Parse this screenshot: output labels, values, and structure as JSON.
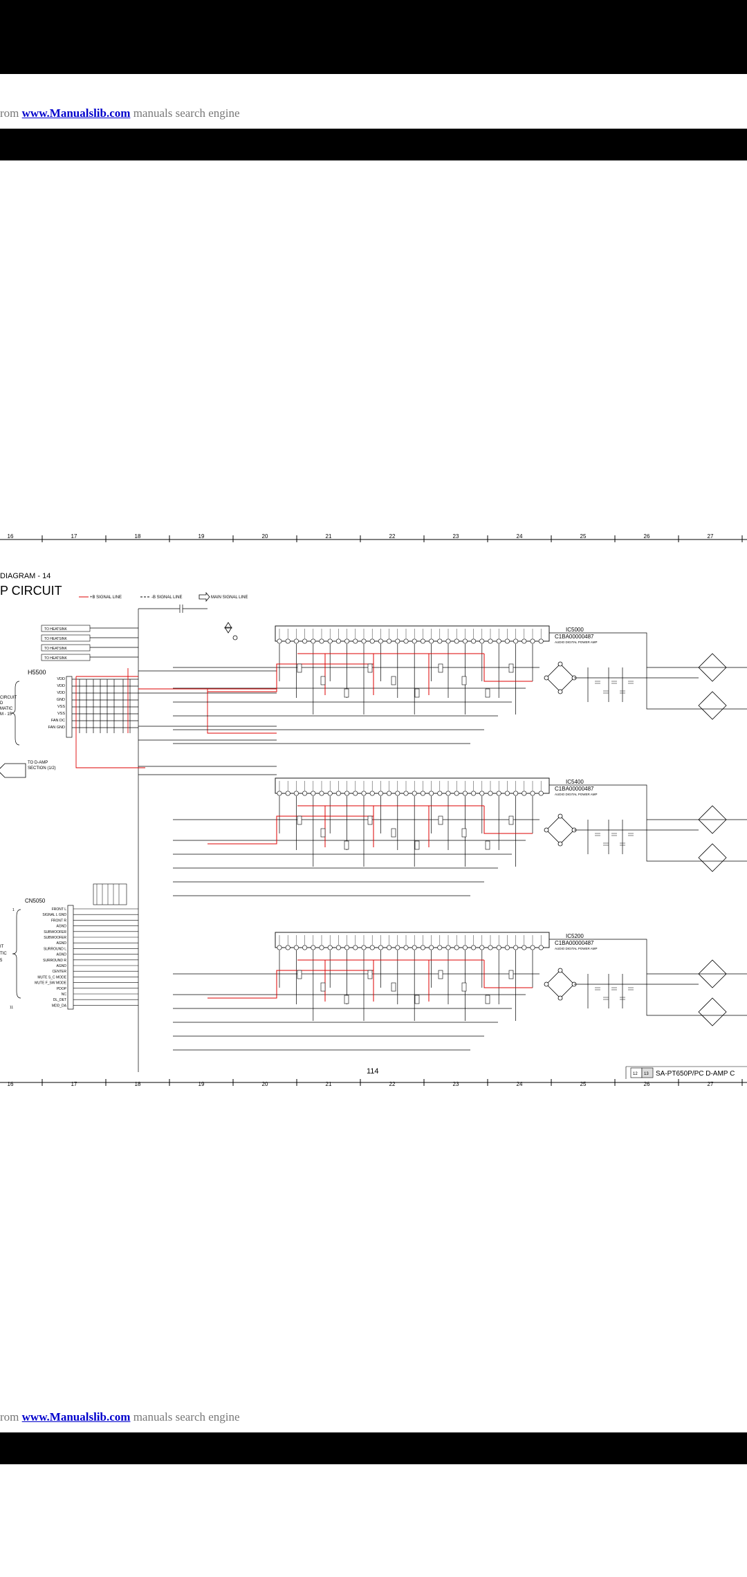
{
  "banner": {
    "prefix": "rom",
    "link": "www.Manualslib.com",
    "suffix": "manuals search engine"
  },
  "schematic": {
    "title_partial": "DIAGRAM - 14",
    "circuit_partial": "P CIRCUIT",
    "legend": {
      "plus_b": "+B SIGNAL LINE",
      "minus_b": "-B SIGNAL LINE",
      "main": "MAIN SIGNAL LINE"
    },
    "grid_top": [
      "16",
      "17",
      "18",
      "19",
      "20",
      "21",
      "22",
      "23",
      "24",
      "25",
      "26",
      "27"
    ],
    "grid_bottom": [
      "16",
      "17",
      "18",
      "19",
      "20",
      "21",
      "22",
      "23",
      "24",
      "25",
      "26",
      "27"
    ],
    "ics": [
      {
        "ref": "IC5000",
        "part": "C1BA00000487",
        "desc": "AUDIO DIGITAL POWER AMP"
      },
      {
        "ref": "IC5400",
        "part": "C1BA00000487",
        "desc": "AUDIO DIGITAL POWER AMP"
      },
      {
        "ref": "IC5200",
        "part": "C1BA00000487",
        "desc": "AUDIO DIGITAL POWER AMP"
      }
    ],
    "h5500": {
      "ref": "H5500",
      "pins": [
        "VDD",
        "VDD",
        "VDD",
        "GND",
        "VSS",
        "VSS",
        "FAN DC",
        "FAN GND"
      ],
      "side_partial": [
        "CIRCUIT",
        "D",
        "MATIC",
        "M - 15"
      ]
    },
    "heatsinks": [
      "TO HEATSINK",
      "TO HEATSINK",
      "TO HEATSINK",
      "TO HEATSINK"
    ],
    "to_damp": [
      "TO D-AMP",
      "SECTION (1/2)"
    ],
    "cn5050": {
      "ref": "CN5050",
      "pins": [
        "FRONT L",
        "SIGNAL L GND",
        "FRONT R",
        "AGND",
        "SUBWOOFER",
        "SUBWOOFER",
        "AGND",
        "SURROUND L",
        "AGND",
        "SURROUND R",
        "AGND",
        "CENTER",
        "MUTE S_C MODE",
        "MUTE F_SW MODE",
        "PDOP",
        "NC",
        "DL_DET",
        "MDD_DA"
      ],
      "side_partial": [
        "IT",
        "TIC",
        "5"
      ],
      "pin_first": "1",
      "pin_last": "11"
    },
    "footer_model": "SA-PT650P/PC D-AMP C",
    "footer_boxes": [
      "12",
      "13"
    ],
    "page": "114"
  }
}
